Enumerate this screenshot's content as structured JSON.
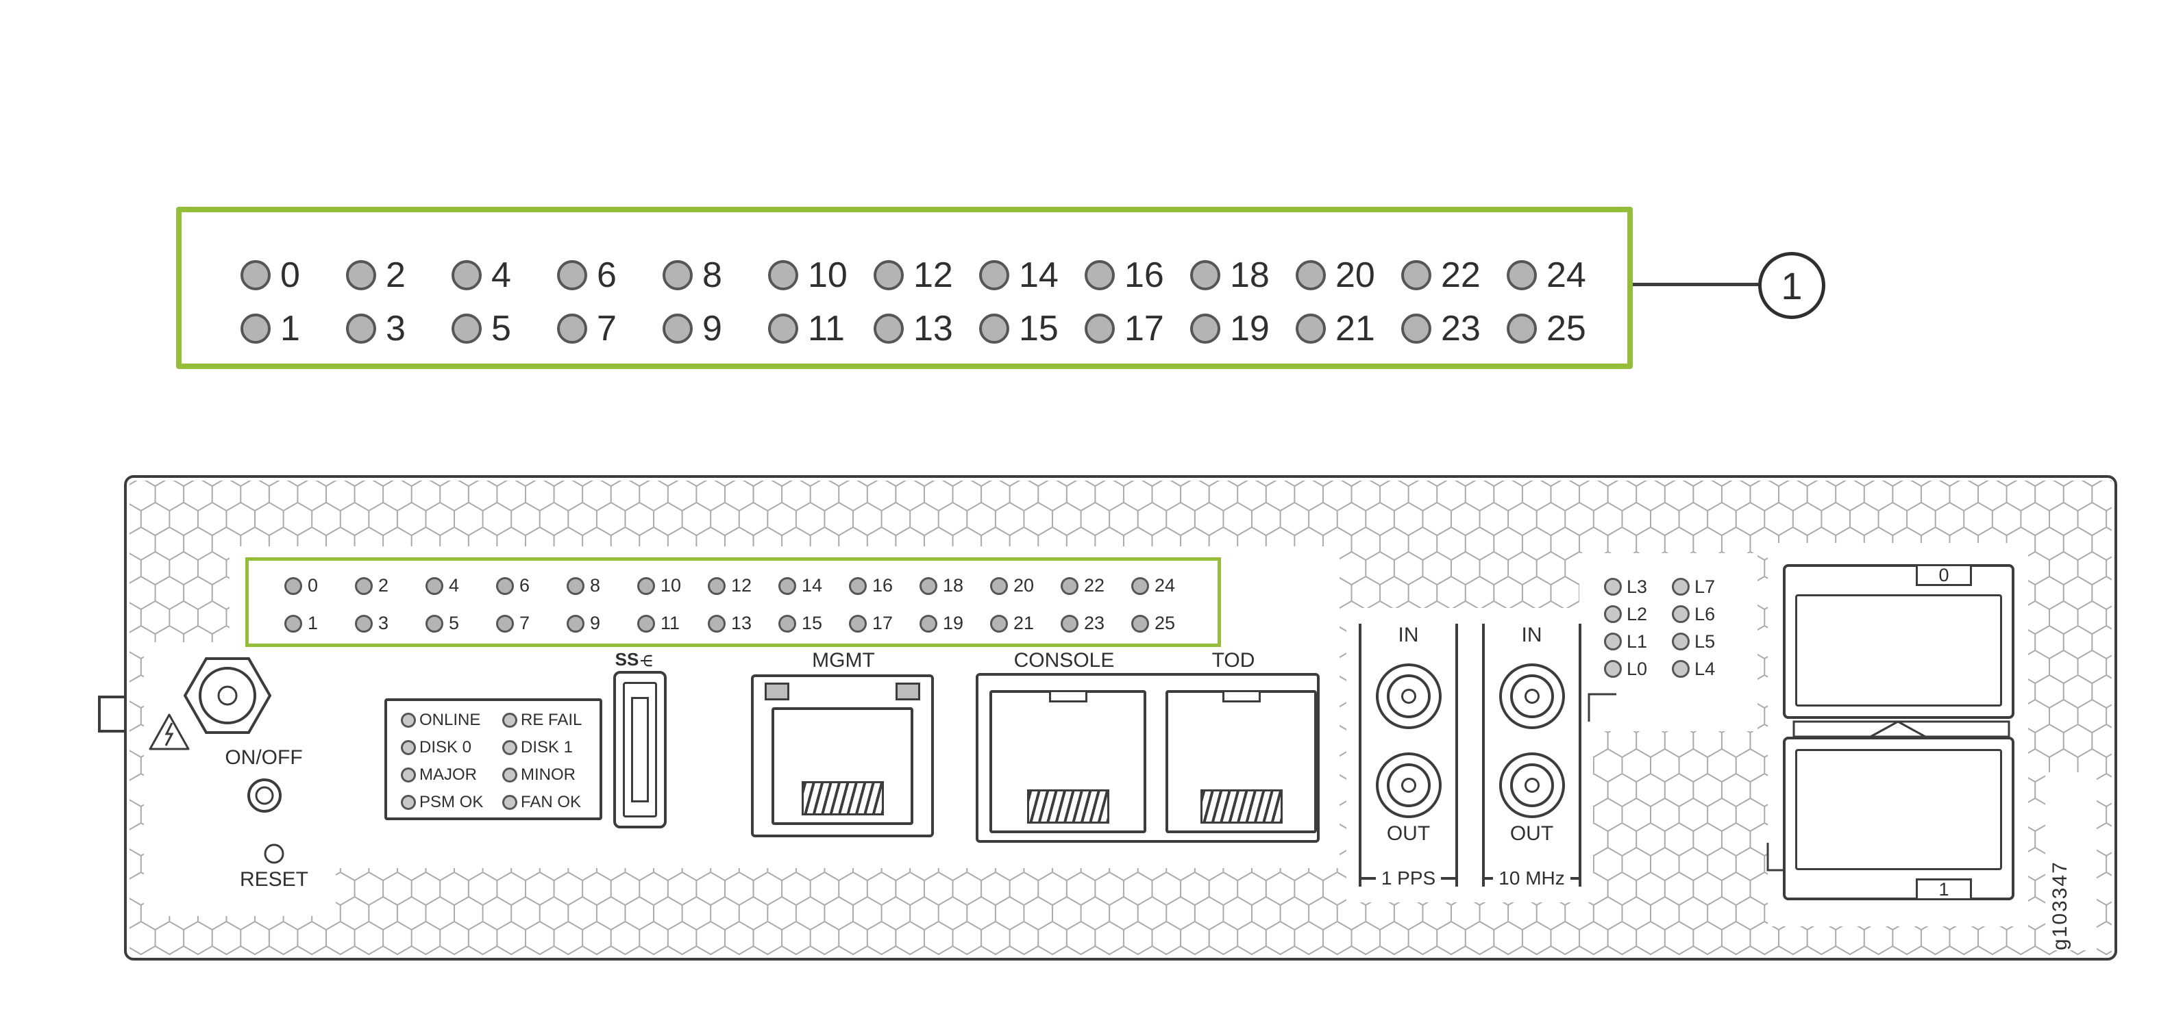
{
  "figure_number": "g103347",
  "callout": {
    "number": "1"
  },
  "leds": {
    "top": [
      "0",
      "2",
      "4",
      "6",
      "8",
      "10",
      "12",
      "14",
      "16",
      "18",
      "20",
      "22",
      "24"
    ],
    "bottom": [
      "1",
      "3",
      "5",
      "7",
      "9",
      "11",
      "13",
      "15",
      "17",
      "19",
      "21",
      "23",
      "25"
    ]
  },
  "panel": {
    "power": {
      "onoff": "ON/OFF",
      "reset": "RESET"
    },
    "status_leds": {
      "left": [
        "ONLINE",
        "DISK 0",
        "MAJOR",
        "PSM OK"
      ],
      "right": [
        "RE FAIL",
        "DISK 1",
        "MINOR",
        "FAN OK"
      ]
    },
    "usb_logo": "SS",
    "port_labels": {
      "mgmt": "MGMT",
      "console": "CONSOLE",
      "tod": "TOD"
    },
    "timing": {
      "pps": {
        "in": "IN",
        "out": "OUT",
        "label": "1 PPS"
      },
      "mhz": {
        "in": "IN",
        "out": "OUT",
        "label": "10 MHz"
      }
    },
    "link_leds": {
      "left": [
        "L3",
        "L2",
        "L1",
        "L0"
      ],
      "right": [
        "L7",
        "L6",
        "L5",
        "L4"
      ]
    },
    "qsfp": {
      "port0": "0",
      "port1": "1"
    }
  },
  "colors": {
    "highlight_green": "#94BE3A",
    "line": "#3C3C3C",
    "led_fill": "#B4B4B4"
  }
}
